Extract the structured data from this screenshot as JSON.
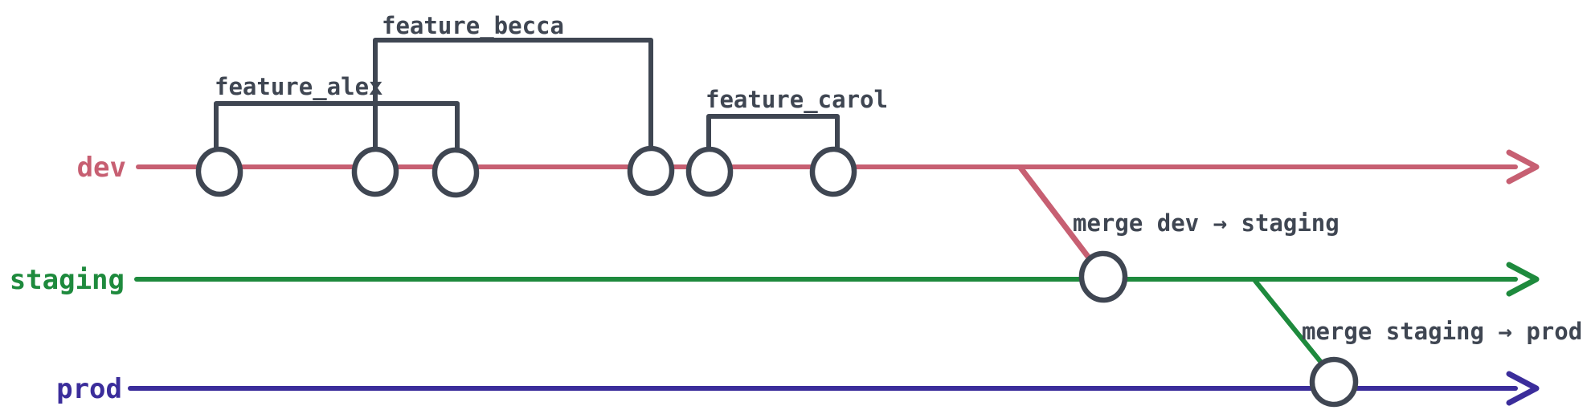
{
  "diagram_type": "git-branch-flow",
  "branches": {
    "dev": {
      "label": "dev",
      "color": "#c75f72",
      "commit_count": 6
    },
    "staging": {
      "label": "staging",
      "color": "#1e8a3d",
      "commit_count": 1
    },
    "prod": {
      "label": "prod",
      "color": "#3b2d9b",
      "commit_count": 1
    }
  },
  "features": {
    "alex": {
      "label": "feature_alex",
      "branch": "dev",
      "spans_commits": "1-3"
    },
    "becca": {
      "label": "feature_becca",
      "branch": "dev",
      "spans_commits": "2-4"
    },
    "carol": {
      "label": "feature_carol",
      "branch": "dev",
      "spans_commits": "5-6"
    }
  },
  "merges": {
    "dev_to_staging": {
      "label": "merge dev → staging",
      "from": "dev",
      "to": "staging"
    },
    "staging_to_prod": {
      "label": "merge staging → prod",
      "from": "staging",
      "to": "prod"
    }
  },
  "ink": {
    "stroke": "#3f4652",
    "commit_fill": "#ffffff"
  }
}
